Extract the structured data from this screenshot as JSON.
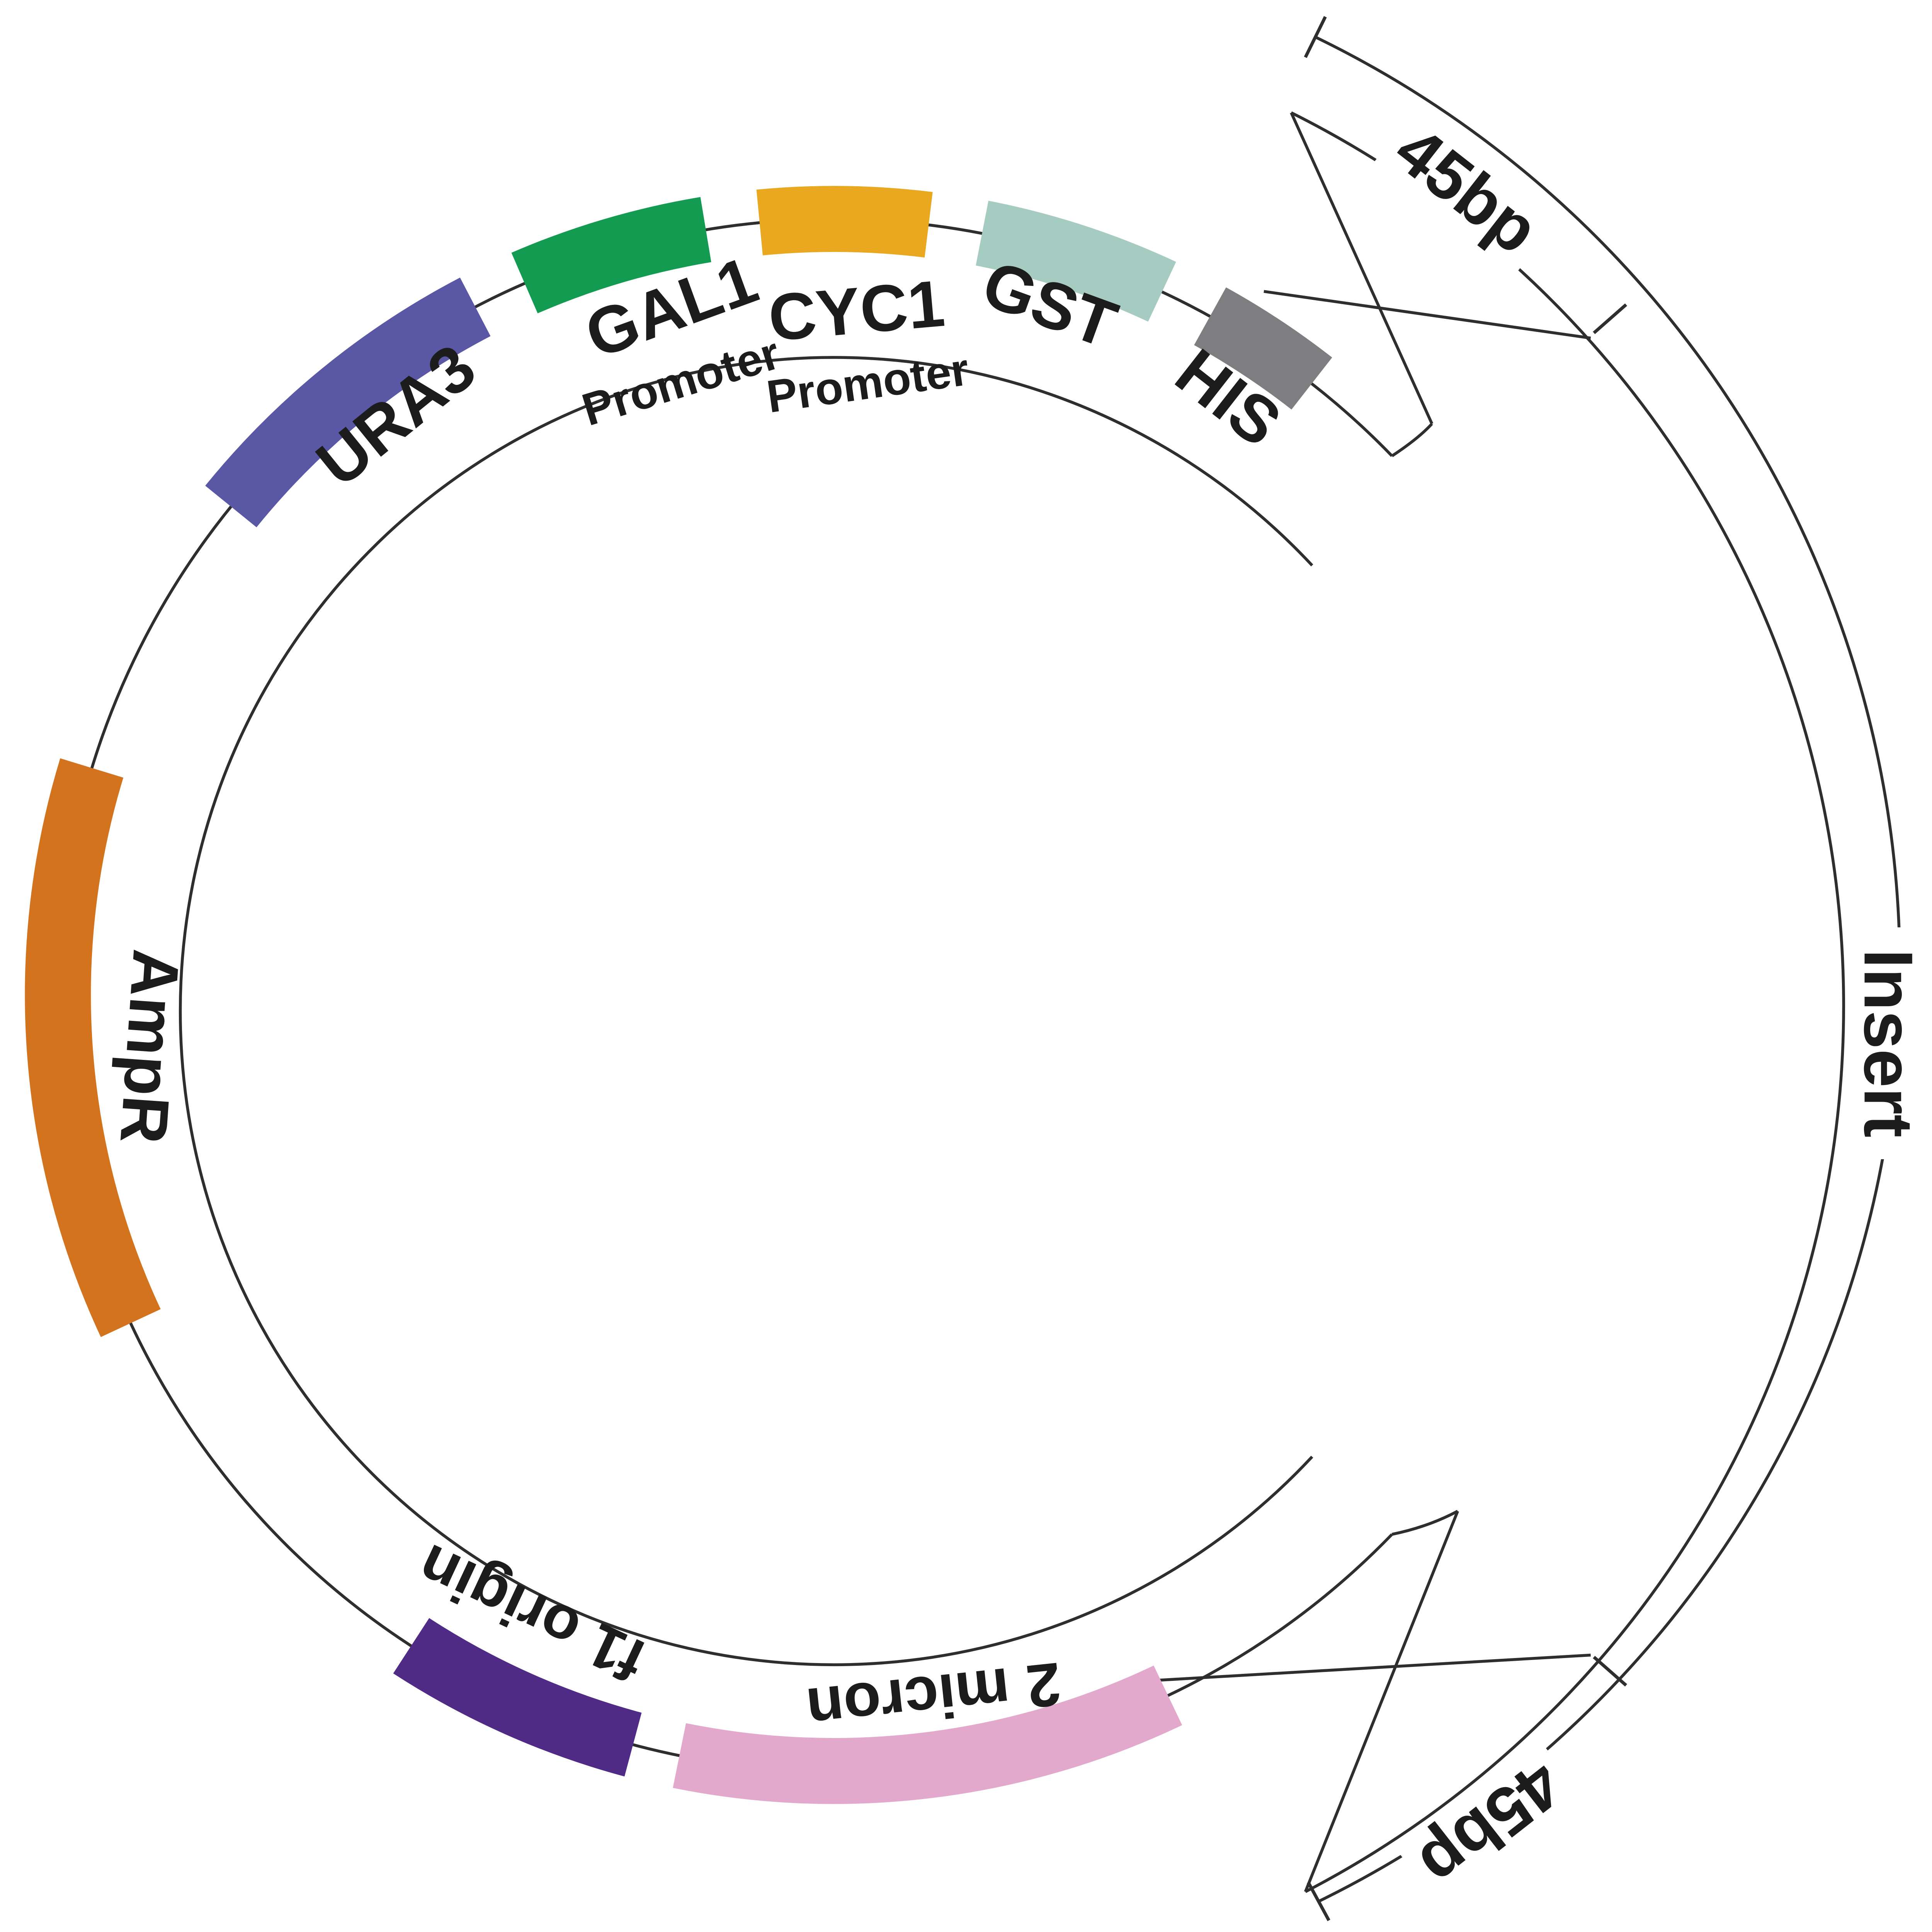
{
  "figure": {
    "type": "plasmid-map",
    "background_color": "#ffffff",
    "line_color": "#2e2e2e",
    "text_color": "#1c1c1c"
  },
  "plasmid": {
    "features": [
      {
        "id": "ura3",
        "label": "URA3",
        "color": "#5A57A5"
      },
      {
        "id": "gal1",
        "label": "GAL1",
        "sublabel": "Promoter",
        "color": "#129B51"
      },
      {
        "id": "cyc1",
        "label": "CYC1",
        "sublabel": "Promoter",
        "color": "#E9A820"
      },
      {
        "id": "gst",
        "label": "GST",
        "color": "#A6CCC2"
      },
      {
        "id": "his",
        "label": "HIS",
        "color": "#7E7E80"
      },
      {
        "id": "ampr",
        "label": "AmpR",
        "color": "#D4731E"
      },
      {
        "id": "f1_origin",
        "label": "f1 origin",
        "color": "#502B86"
      },
      {
        "id": "two_micron",
        "label": "2 micron",
        "color": "#E3A9CD"
      }
    ]
  },
  "insert": {
    "label": "Insert",
    "homology_arm_top": "45bp",
    "homology_arm_bottom": "45bp"
  }
}
